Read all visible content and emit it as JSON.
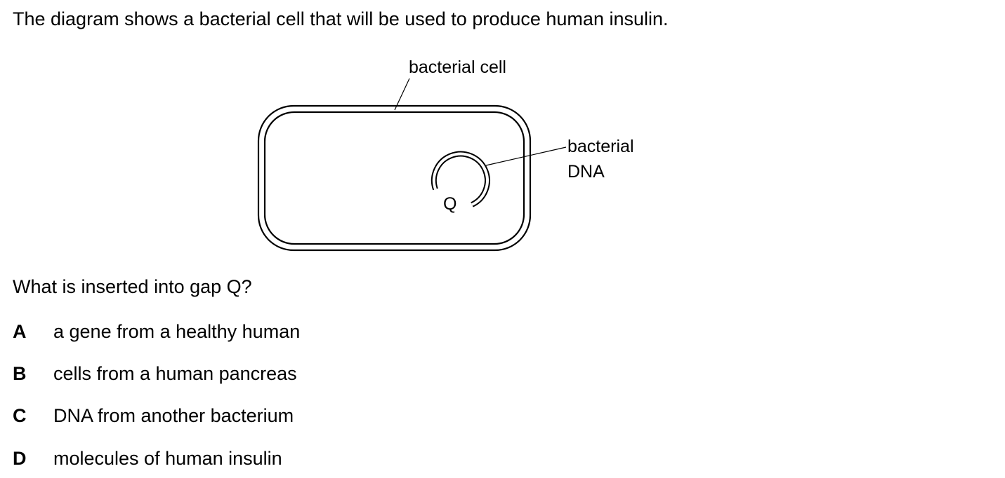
{
  "intro": "The diagram shows a bacterial cell that will be used to produce human insulin.",
  "diagram": {
    "label_cell": "bacterial cell",
    "label_dna_line1": "bacterial",
    "label_dna_line2": "DNA",
    "label_gap": "Q"
  },
  "question": "What is inserted into gap Q?",
  "options": [
    {
      "letter": "A",
      "text": "a gene from a healthy human"
    },
    {
      "letter": "B",
      "text": "cells from a human pancreas"
    },
    {
      "letter": "C",
      "text": "DNA from another bacterium"
    },
    {
      "letter": "D",
      "text": "molecules of human insulin"
    }
  ]
}
